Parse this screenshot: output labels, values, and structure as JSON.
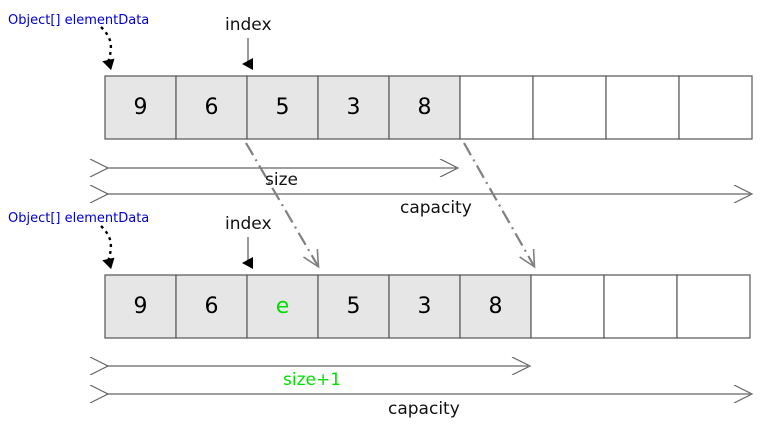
{
  "diagram": {
    "title_colors": {
      "pointer_label": "#0000cc",
      "highlight": "#00e000",
      "cell_fill": "#e6e6e6",
      "cell_stroke": "#555555",
      "shift_arrow": "#808080"
    },
    "arrays": [
      {
        "id": "before",
        "pointer_label": "Object[] elementData",
        "index_label": "index",
        "cells": [
          {
            "value": "9",
            "filled": true,
            "highlight": false
          },
          {
            "value": "6",
            "filled": true,
            "highlight": false
          },
          {
            "value": "5",
            "filled": true,
            "highlight": false
          },
          {
            "value": "3",
            "filled": true,
            "highlight": false
          },
          {
            "value": "8",
            "filled": true,
            "highlight": false
          },
          {
            "value": "",
            "filled": false,
            "highlight": false
          },
          {
            "value": "",
            "filled": false,
            "highlight": false
          },
          {
            "value": "",
            "filled": false,
            "highlight": false
          },
          {
            "value": "",
            "filled": false,
            "highlight": false
          }
        ],
        "spans": [
          {
            "name": "size",
            "label": "size",
            "cells": 5,
            "green": false
          },
          {
            "name": "capacity",
            "label": "capacity",
            "cells": 9,
            "green": false
          }
        ]
      },
      {
        "id": "after",
        "pointer_label": "Object[] elementData",
        "index_label": "index",
        "cells": [
          {
            "value": "9",
            "filled": true,
            "highlight": false
          },
          {
            "value": "6",
            "filled": true,
            "highlight": false
          },
          {
            "value": "e",
            "filled": true,
            "highlight": true
          },
          {
            "value": "5",
            "filled": true,
            "highlight": false
          },
          {
            "value": "3",
            "filled": true,
            "highlight": false
          },
          {
            "value": "8",
            "filled": true,
            "highlight": false
          },
          {
            "value": "",
            "filled": false,
            "highlight": false
          },
          {
            "value": "",
            "filled": false,
            "highlight": false
          },
          {
            "value": "",
            "filled": false,
            "highlight": false
          }
        ],
        "spans": [
          {
            "name": "size-plus-one",
            "label": "size+1",
            "cells": 6,
            "green": true
          },
          {
            "name": "capacity",
            "label": "capacity",
            "cells": 9,
            "green": false
          }
        ]
      }
    ],
    "shift_arrows": [
      {
        "name": "shift-index-start",
        "from_cell": 2,
        "to_cell": 3
      },
      {
        "name": "shift-size-end",
        "from_cell": 5,
        "to_cell": 6
      }
    ]
  }
}
